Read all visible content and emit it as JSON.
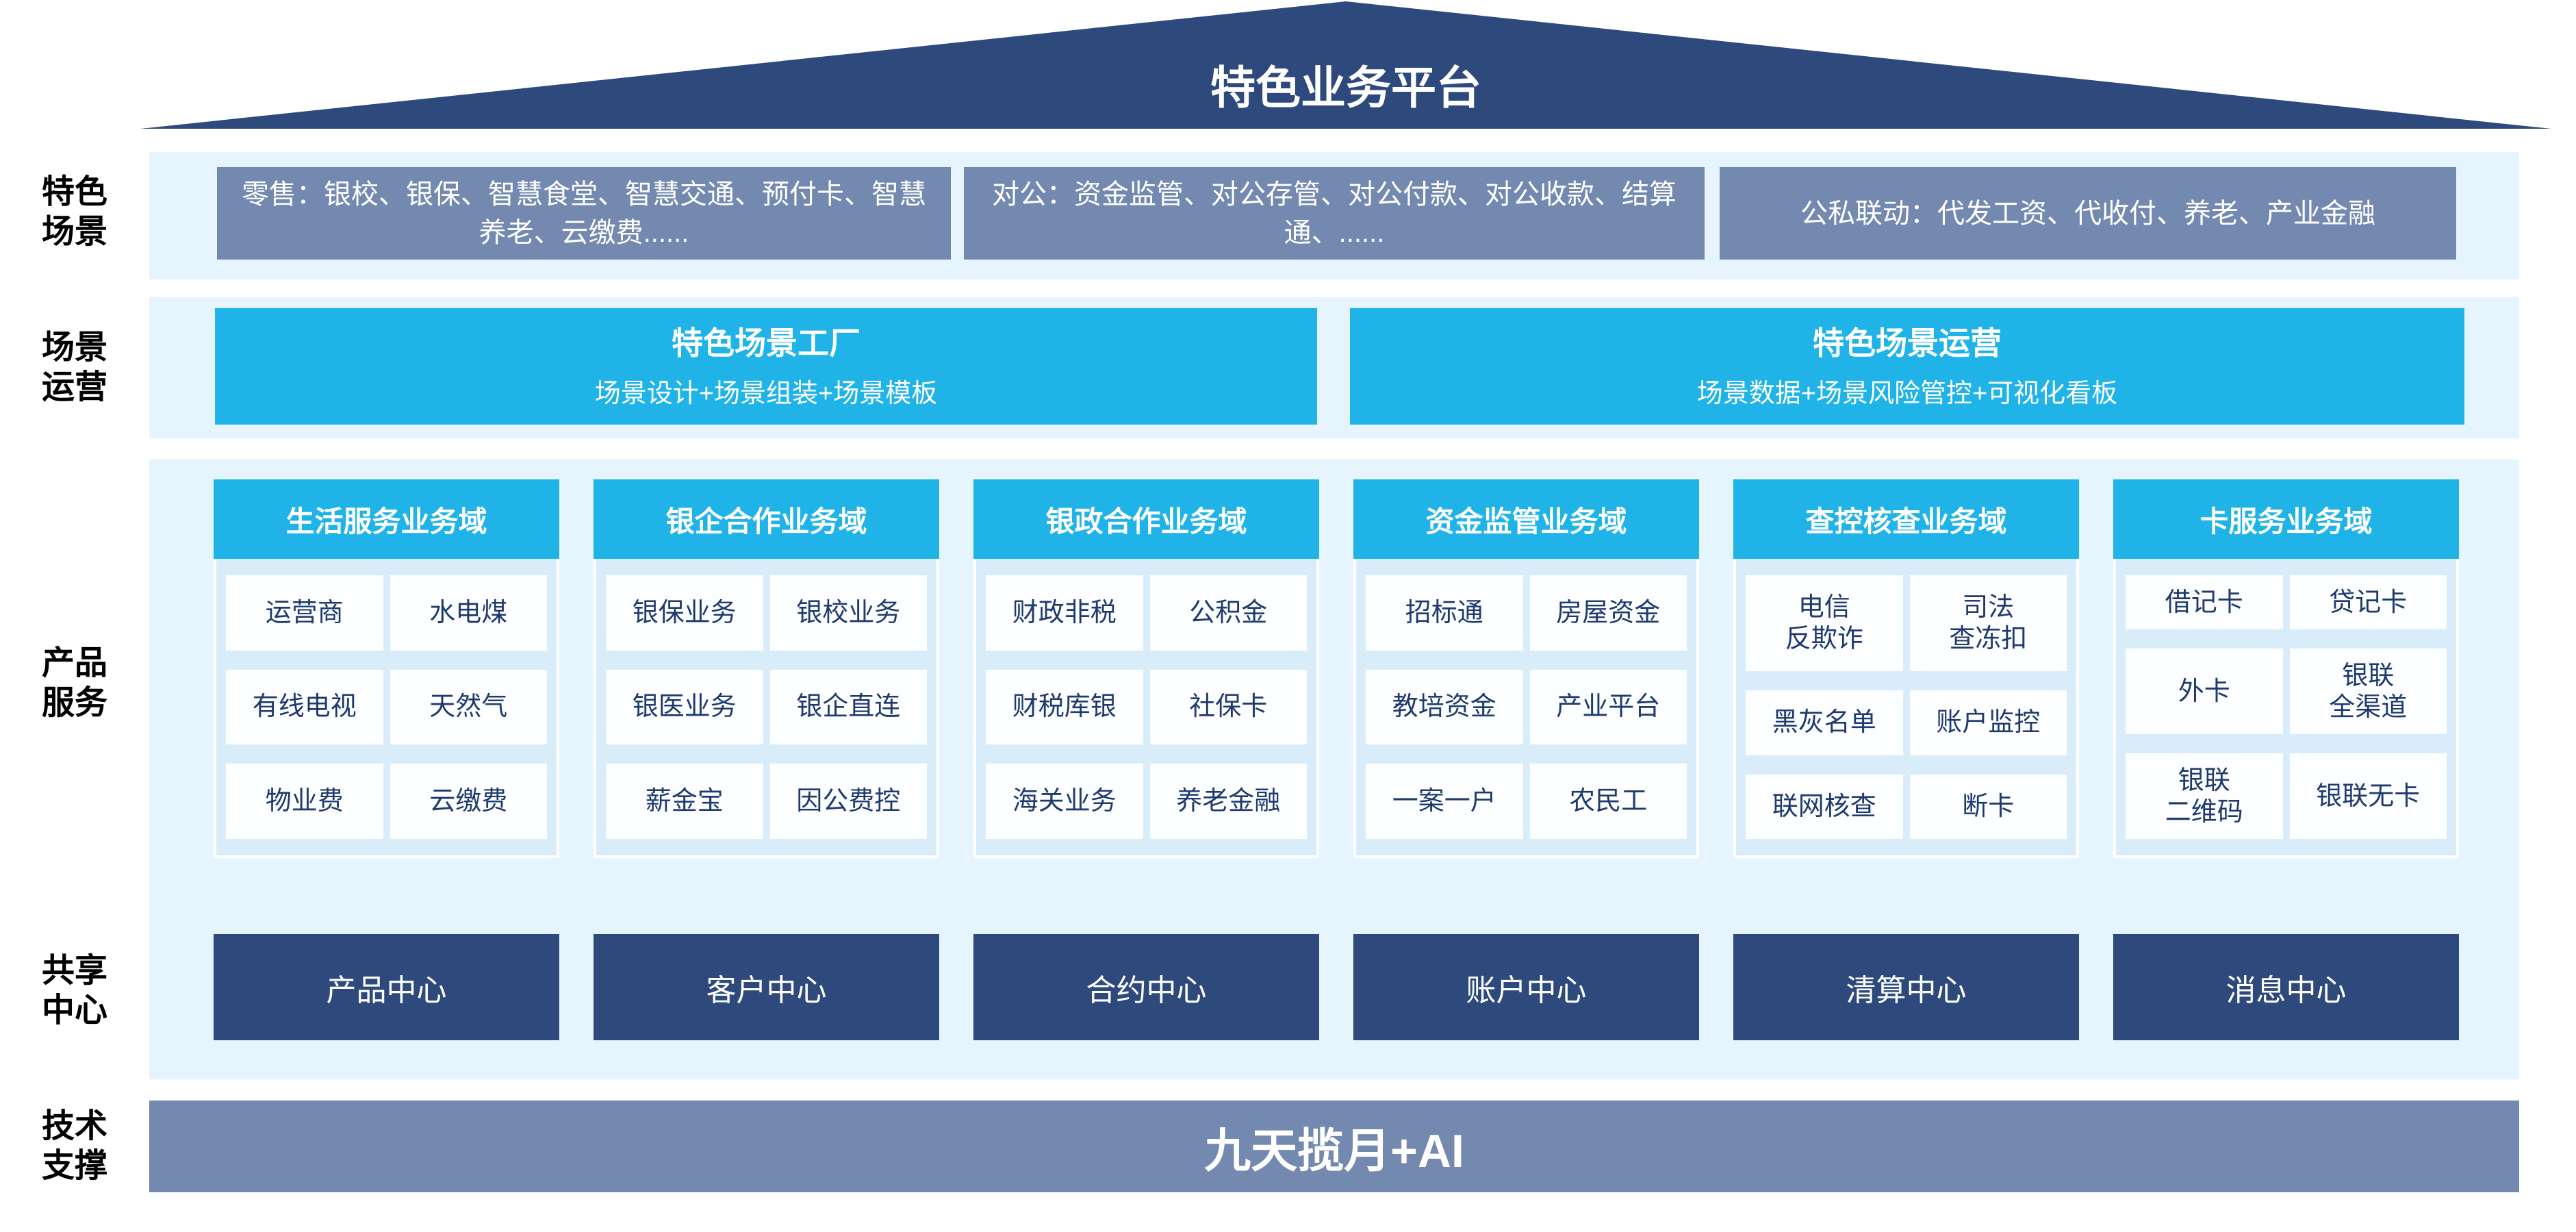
{
  "roof": {
    "title": "特色业务平台"
  },
  "side_labels": {
    "scenes": "特色\n场景",
    "operations": "场景\n运营",
    "products": "产品\n服务",
    "centers": "共享\n中心",
    "tech": "技术\n支撑"
  },
  "scene_row": {
    "boxes": [
      "零售：银校、银保、智慧食堂、智慧交通、预付卡、智慧养老、云缴费......",
      "对公：资金监管、对公存管、对公付款、对公收款、结算通、......",
      "公私联动：代发工资、代收付、养老、产业金融"
    ]
  },
  "operation_row": {
    "boxes": [
      {
        "title": "特色场景工厂",
        "subtitle": "场景设计+场景组装+场景模板"
      },
      {
        "title": "特色场景运营",
        "subtitle": "场景数据+场景风险管控+可视化看板"
      }
    ]
  },
  "product_row": {
    "columns": [
      {
        "header": "生活服务业务域",
        "cells": [
          "运营商",
          "水电煤",
          "有线电视",
          "天然气",
          "物业费",
          "云缴费"
        ]
      },
      {
        "header": "银企合作业务域",
        "cells": [
          "银保业务",
          "银校业务",
          "银医业务",
          "银企直连",
          "薪金宝",
          "因公费控"
        ]
      },
      {
        "header": "银政合作业务域",
        "cells": [
          "财政非税",
          "公积金",
          "财税库银",
          "社保卡",
          "海关业务",
          "养老金融"
        ]
      },
      {
        "header": "资金监管业务域",
        "cells": [
          "招标通",
          "房屋资金",
          "教培资金",
          "产业平台",
          "一案一户",
          "农民工"
        ]
      },
      {
        "header": "查控核查业务域",
        "cells": [
          "电信\n反欺诈",
          "司法\n查冻扣",
          "黑灰名单",
          "账户监控",
          "联网核查",
          "断卡"
        ]
      },
      {
        "header": "卡服务业务域",
        "cells": [
          "借记卡",
          "贷记卡",
          "外卡",
          "银联\n全渠道",
          "银联\n二维码",
          "银联无卡"
        ]
      }
    ]
  },
  "center_row": {
    "boxes": [
      "产品中心",
      "客户中心",
      "合约中心",
      "账户中心",
      "清算中心",
      "消息中心"
    ]
  },
  "tech_row": {
    "label": "九天揽月+AI"
  },
  "colors": {
    "navy": "#2e4a7c",
    "slate_gray": "#7389b0",
    "band_light_blue": "#e6f4fd",
    "cyan": "#1fb3e8",
    "column_body_blue": "#d8edf9",
    "cell_text_navy": "#1e3a6e"
  }
}
